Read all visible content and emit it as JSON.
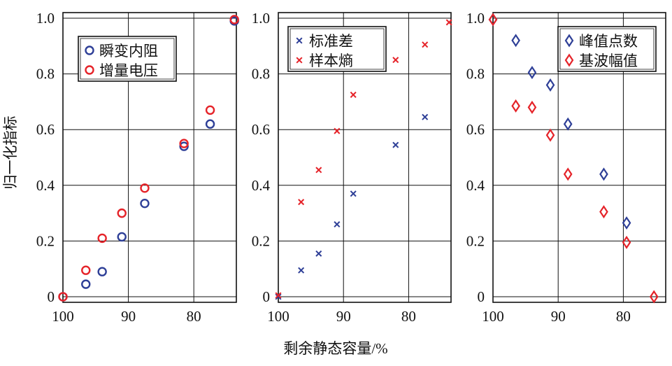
{
  "shared": {
    "ylabel": "归一化指标",
    "xlabel": "剩余静态容量/%",
    "yticks": [
      "0",
      "0.2",
      "0.4",
      "0.6",
      "0.8",
      "1.0"
    ],
    "xticks": [
      "100",
      "90",
      "80"
    ]
  },
  "colors": {
    "blue": "#2e3f97",
    "red": "#e52329"
  },
  "chart_data": [
    {
      "type": "scatter",
      "xlabel": "剩余静态容量/%",
      "ylabel": "归一化指标",
      "xlim": [
        100,
        73.5
      ],
      "ylim": [
        -0.02,
        1.02
      ],
      "grid": true,
      "legend": "top-left",
      "series": [
        {
          "name": "瞬变内阻",
          "marker": "circle",
          "color": "#2e3f97",
          "x": [
            100,
            96.5,
            94,
            91,
            87.5,
            81.5,
            77.5,
            73.8
          ],
          "y": [
            0.0,
            0.045,
            0.09,
            0.215,
            0.335,
            0.54,
            0.62,
            0.99
          ]
        },
        {
          "name": "增量电压",
          "marker": "circle",
          "color": "#e52329",
          "x": [
            100,
            96.5,
            94,
            91,
            87.5,
            81.5,
            77.5,
            73.8
          ],
          "y": [
            0.0,
            0.095,
            0.21,
            0.3,
            0.39,
            0.55,
            0.67,
            0.995
          ]
        }
      ]
    },
    {
      "type": "scatter",
      "xlabel": "剩余静态容量/%",
      "ylabel": "归一化指标",
      "xlim": [
        100,
        73.5
      ],
      "ylim": [
        -0.02,
        1.02
      ],
      "grid": true,
      "legend": "top-left",
      "series": [
        {
          "name": "标准差",
          "marker": "x",
          "color": "#2e3f97",
          "x": [
            100,
            96.5,
            93.8,
            91,
            88.5,
            82,
            77.5
          ],
          "y": [
            0.0,
            0.095,
            0.155,
            0.26,
            0.37,
            0.545,
            0.645
          ]
        },
        {
          "name": "样本熵",
          "marker": "x",
          "color": "#e52329",
          "x": [
            100,
            96.5,
            93.8,
            91,
            88.5,
            82,
            77.5,
            73.8
          ],
          "y": [
            0.005,
            0.34,
            0.455,
            0.595,
            0.725,
            0.85,
            0.905,
            0.985
          ]
        }
      ]
    },
    {
      "type": "scatter",
      "xlabel": "剩余静态容量/%",
      "ylabel": "归一化指标",
      "xlim": [
        100,
        73.5
      ],
      "ylim": [
        -0.02,
        1.02
      ],
      "grid": true,
      "legend": "top-right",
      "series": [
        {
          "name": "峰值点数",
          "marker": "diamond",
          "color": "#2e3f97",
          "x": [
            100,
            96.5,
            94,
            91.2,
            88.5,
            83,
            79.5
          ],
          "y": [
            0.995,
            0.92,
            0.805,
            0.76,
            0.62,
            0.44,
            0.265
          ]
        },
        {
          "name": "基波幅值",
          "marker": "diamond",
          "color": "#e52329",
          "x": [
            100,
            96.5,
            94,
            91.2,
            88.5,
            83,
            79.5,
            75.3
          ],
          "y": [
            0.995,
            0.685,
            0.68,
            0.58,
            0.44,
            0.305,
            0.195,
            0.0
          ]
        }
      ]
    }
  ]
}
